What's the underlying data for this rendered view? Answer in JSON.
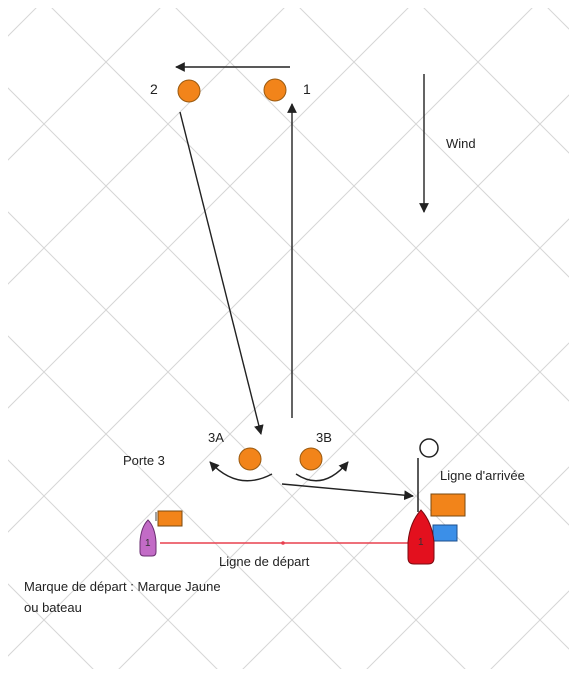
{
  "colors": {
    "grid": "#d6d6d6",
    "mark_fill": "#f2841a",
    "mark_stroke": "#9a5a10",
    "arrow": "#222222",
    "start_line": "#e8404f",
    "boat_start": "#c26bc6",
    "boat_finish": "#e3101e",
    "flag_orange": "#f2841a",
    "flag_blue": "#3b8fe8",
    "finish_buoy": "#ffffff"
  },
  "marks": {
    "mark1": "1",
    "mark2": "2",
    "mark3a": "3A",
    "mark3b": "3B"
  },
  "labels": {
    "wind": "Wind",
    "gate": "Porte 3",
    "finish_line": "Ligne d'arrivée",
    "start_line": "Ligne de départ",
    "start_mark_line1": "Marque de départ : Marque Jaune",
    "start_mark_line2": "ou bateau"
  },
  "boats": {
    "start_boat_number": "1",
    "finish_boat_number": "1"
  }
}
